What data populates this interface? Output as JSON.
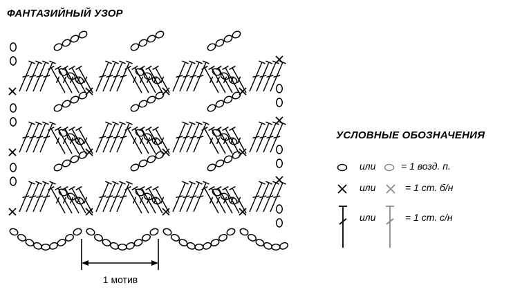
{
  "title": "ФАНТАЗИЙНЫЙ УЗОР",
  "motif_label": "1 мотив",
  "legend": {
    "title": "УСЛОВНЫЕ ОБОЗНАЧЕНИЯ",
    "or_word": "или",
    "rows": [
      {
        "symbol": "chain-stitch",
        "meaning": "= 1 возд. п."
      },
      {
        "symbol": "single-crochet",
        "meaning": "= 1 ст. б/н"
      },
      {
        "symbol": "double-crochet",
        "meaning": "= 1 ст. с/н"
      }
    ]
  },
  "colors": {
    "ink": "#000000",
    "alt": "#8a8a8a"
  }
}
